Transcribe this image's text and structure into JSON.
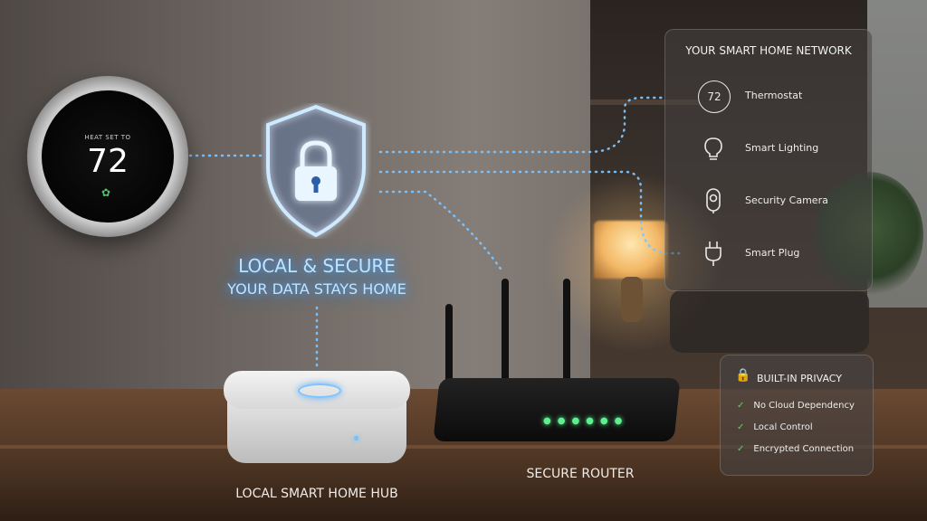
{
  "thermostat": {
    "label": "HEAT SET TO",
    "temperature": "72"
  },
  "hero": {
    "line1": "LOCAL & SECURE",
    "line2": "YOUR DATA STAYS HOME"
  },
  "hub_label": "LOCAL SMART HOME HUB",
  "router_label": "SECURE ROUTER",
  "network_panel": {
    "title": "YOUR SMART HOME NETWORK",
    "items": [
      {
        "icon": "thermostat-icon",
        "icon_text": "72",
        "label": "Thermostat"
      },
      {
        "icon": "lightbulb-icon",
        "label": "Smart Lighting"
      },
      {
        "icon": "camera-icon",
        "label": "Security Camera"
      },
      {
        "icon": "plug-icon",
        "label": "Smart Plug"
      }
    ]
  },
  "privacy_panel": {
    "title": "BUILT-IN PRIVACY",
    "items": [
      "No Cloud Dependency",
      "Local Control",
      "Encrypted Connection"
    ]
  },
  "colors": {
    "glow": "#4aa8ff",
    "check": "#62d36a",
    "router_led": "#5ff08d"
  }
}
